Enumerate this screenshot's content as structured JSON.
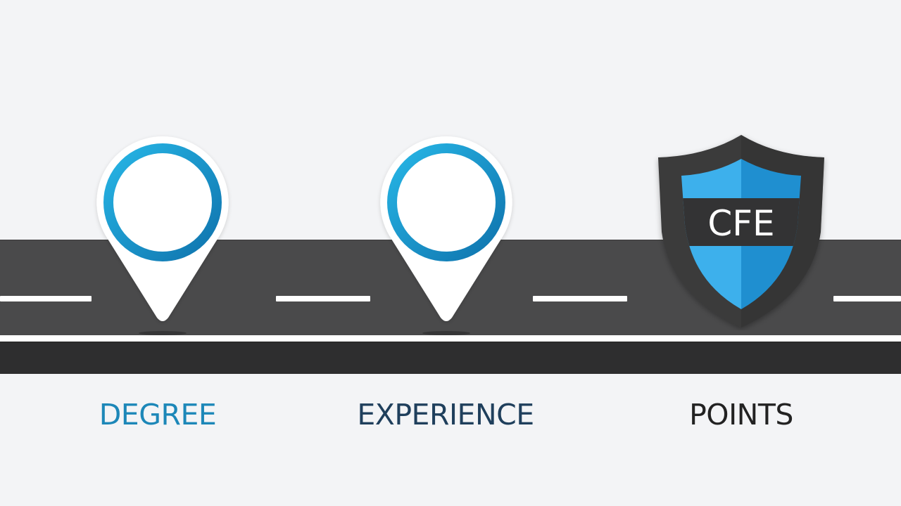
{
  "diagram": {
    "type": "roadmap",
    "milestones": [
      {
        "id": "degree",
        "label": "DEGREE",
        "icon": "map-pin-icon",
        "label_color": "#1c87b8"
      },
      {
        "id": "experience",
        "label": "EXPERIENCE",
        "icon": "map-pin-icon",
        "label_color": "#1f3f5c"
      },
      {
        "id": "points",
        "label": "POINTS",
        "icon": "shield-icon",
        "badge_text": "CFE",
        "label_color": "#222222"
      }
    ]
  },
  "colors": {
    "background": "#f3f4f6",
    "road": "#4a4a4b",
    "road_band": "#2e2e2f",
    "accent": "#1aa0d8",
    "shield_dark": "#3a3a3b",
    "shield_blue": "#2fa3e3"
  }
}
